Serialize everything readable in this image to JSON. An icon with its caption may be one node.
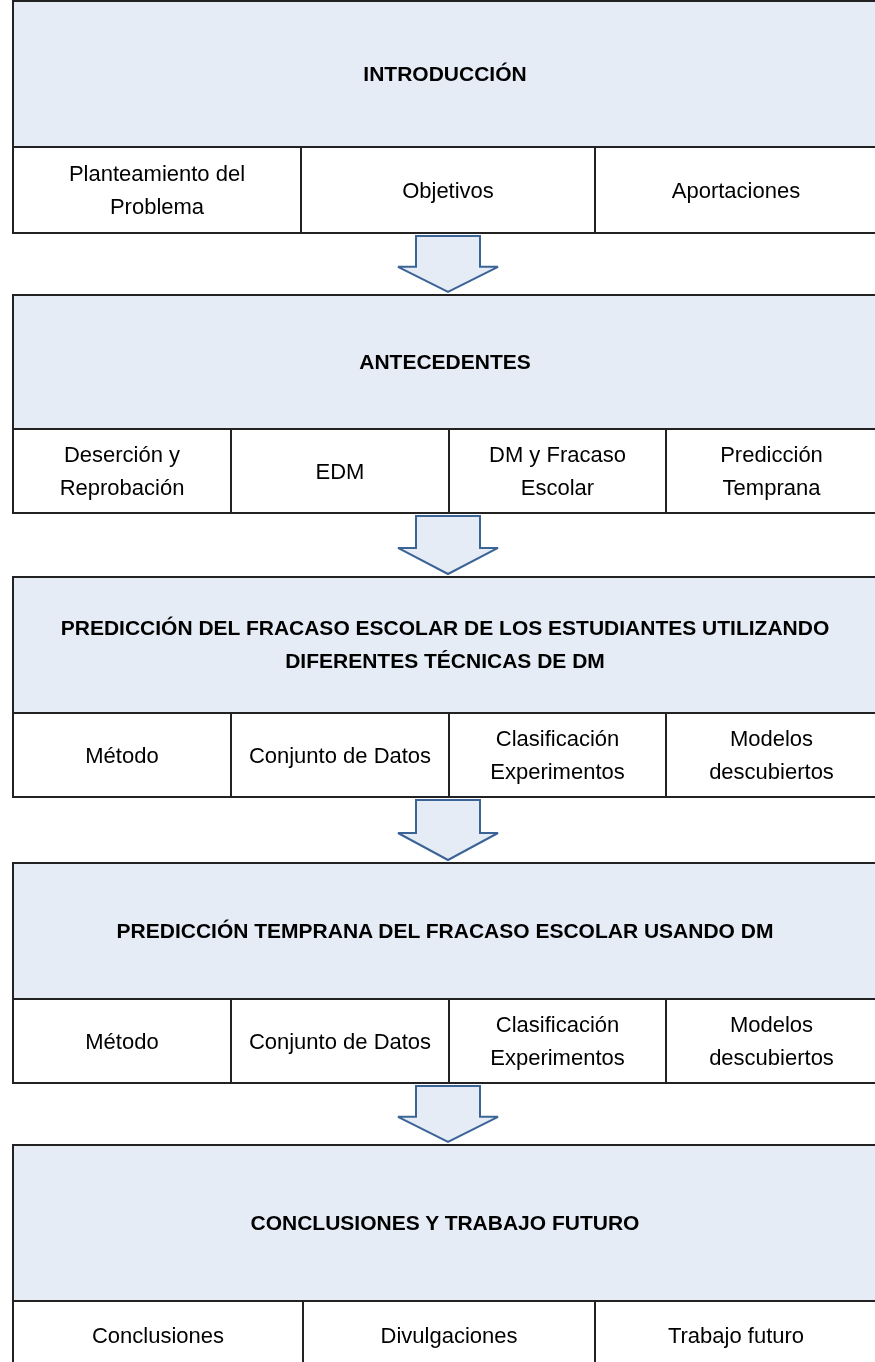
{
  "diagram": {
    "nodes": [
      {
        "text": [
          "INTRODUCCIÓN"
        ]
      },
      {
        "text": [
          "Planteamiento del Problema"
        ]
      },
      {
        "text": [
          "Objetivos"
        ]
      },
      {
        "text": [
          "Aportaciones"
        ]
      },
      {
        "text": [
          "ANTECEDENTES"
        ]
      },
      {
        "text": [
          "Deserción y Reprobación"
        ]
      },
      {
        "text": [
          "EDM"
        ]
      },
      {
        "text": [
          "DM y Fracaso Escolar"
        ]
      },
      {
        "text": [
          "Predicción Temprana"
        ]
      },
      {
        "text": [
          "PREDICCIÓN DEL FRACASO ESCOLAR DE LOS ESTUDIANTES UTILIZANDO DIFERENTES TÉCNICAS DE DM"
        ]
      },
      {
        "text": [
          "Método"
        ]
      },
      {
        "text": [
          "Conjunto de Datos"
        ]
      },
      {
        "text": [
          "Clasificación Experimentos"
        ]
      },
      {
        "text": [
          "Modelos descubiertos"
        ]
      },
      {
        "text": [
          "PREDICCIÓN TEMPRANA DEL FRACASO ESCOLAR USANDO DM"
        ]
      },
      {
        "text": [
          "Método"
        ]
      },
      {
        "text": [
          "Conjunto de Datos"
        ]
      },
      {
        "text": [
          "Clasificación Experimentos"
        ]
      },
      {
        "text": [
          "Modelos descubiertos"
        ]
      },
      {
        "text": [
          "CONCLUSIONES Y TRABAJO FUTURO"
        ]
      },
      {
        "text": [
          "Conclusiones"
        ]
      },
      {
        "text": [
          "Divulgaciones"
        ]
      },
      {
        "text": [
          "Trabajo futuro"
        ]
      }
    ],
    "edges": [
      {
        "from": 2,
        "to": 4,
        "arrow": "to"
      },
      {
        "from": 7,
        "to": 9,
        "arrow": "to"
      },
      {
        "from": 12,
        "to": 14,
        "arrow": "to"
      },
      {
        "from": 17,
        "to": 19,
        "arrow": "to"
      }
    ]
  }
}
